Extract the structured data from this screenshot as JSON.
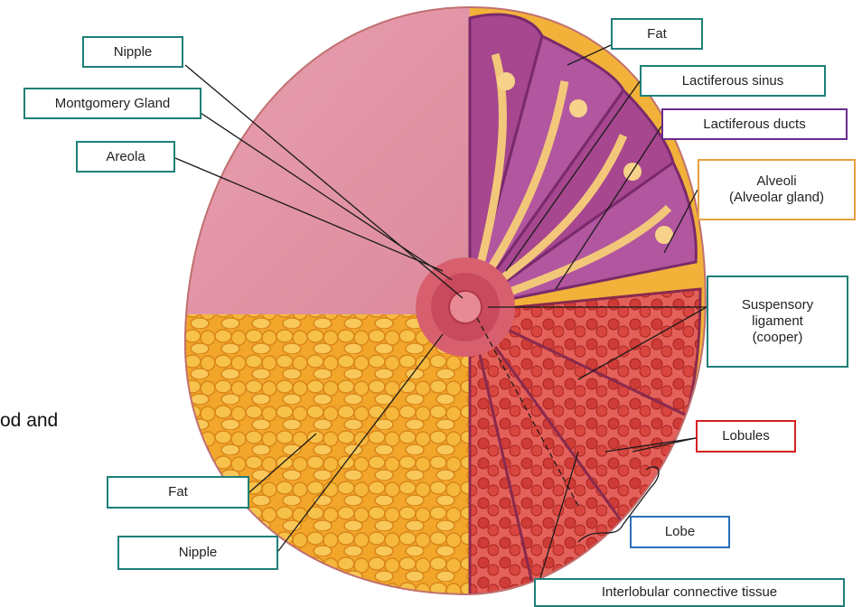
{
  "background_text": "od and",
  "labels": {
    "nipple_top": "Nipple",
    "montgomery_gland": "Montgomery Gland",
    "areola": "Areola",
    "fat_top": "Fat",
    "lactiferous_sinus": "Lactiferous sinus",
    "lactiferous_ducts": "Lactiferous ducts",
    "alveoli": "Alveoli\n(Alveolar gland)",
    "suspensory_ligament": "Suspensory\nligament\n(cooper)",
    "lobules": "Lobules",
    "lobe": "Lobe",
    "interlobular": "Interlobular connective tissue",
    "fat_bottom": "Fat",
    "nipple_bottom": "Nipple"
  },
  "colors": {
    "label_border_teal": "#1f7f78",
    "label_border_purple": "#6b2c8f",
    "label_border_orange": "#e8a040",
    "label_border_red": "#d42020",
    "label_border_blue": "#2a6fb8",
    "skin": "#e59aa8",
    "fat": "#f0a52a",
    "duct": "#9a3c8c",
    "lobule": "#d9453c"
  }
}
